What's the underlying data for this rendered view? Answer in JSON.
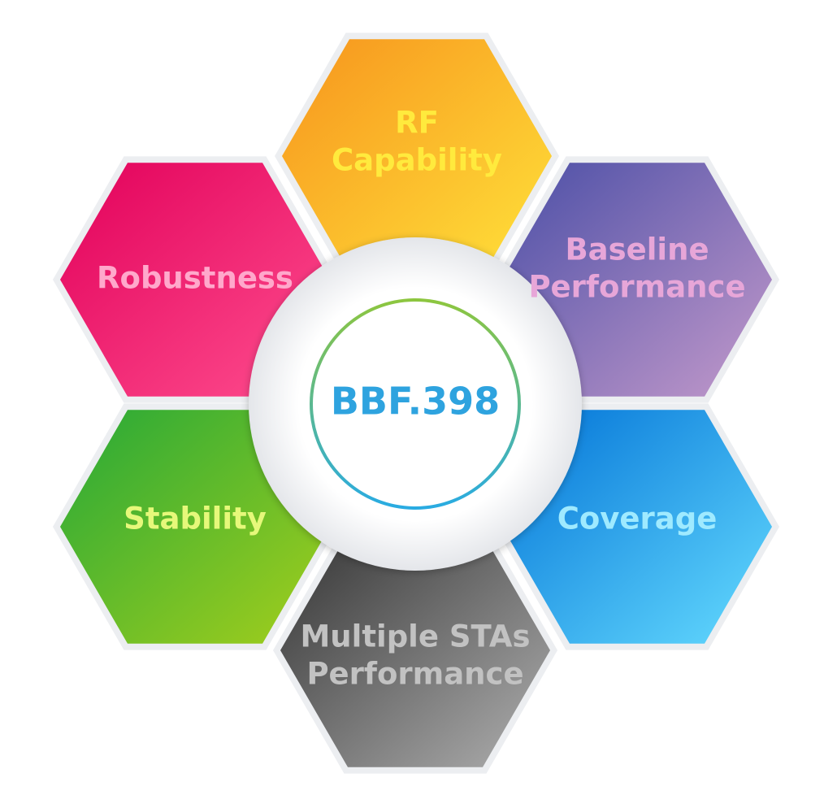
{
  "center": {
    "label": "BBF.398",
    "text_color": "#2EA3DF",
    "ring_color_top": "#8DC63F",
    "ring_color_bottom": "#29ABE2"
  },
  "hexagons": [
    {
      "id": "rf-capability",
      "lines": [
        "RF",
        "Capability"
      ],
      "gradient": [
        "#F7941D",
        "#FFE23A"
      ],
      "text_color": "#FFEA3D"
    },
    {
      "id": "baseline-performance",
      "lines": [
        "Baseline",
        "Performance"
      ],
      "gradient": [
        "#4A4EA6",
        "#C49ACB"
      ],
      "text_color": "#E7A6D8"
    },
    {
      "id": "coverage",
      "lines": [
        "Coverage"
      ],
      "gradient": [
        "#0071D6",
        "#66DCFF"
      ],
      "text_color": "#9FEAFF"
    },
    {
      "id": "multiple-stas-performance",
      "lines": [
        "Multiple STAs",
        "Performance"
      ],
      "gradient": [
        "#333333",
        "#B0B0B0"
      ],
      "text_color": "#C2C2C2"
    },
    {
      "id": "stability",
      "lines": [
        "Stability"
      ],
      "gradient": [
        "#25A838",
        "#A5CF1C"
      ],
      "text_color": "#E6F87A"
    },
    {
      "id": "robustness",
      "lines": [
        "Robustness"
      ],
      "gradient": [
        "#E2005A",
        "#FF4F8F"
      ],
      "text_color": "#FFA8CB"
    }
  ]
}
